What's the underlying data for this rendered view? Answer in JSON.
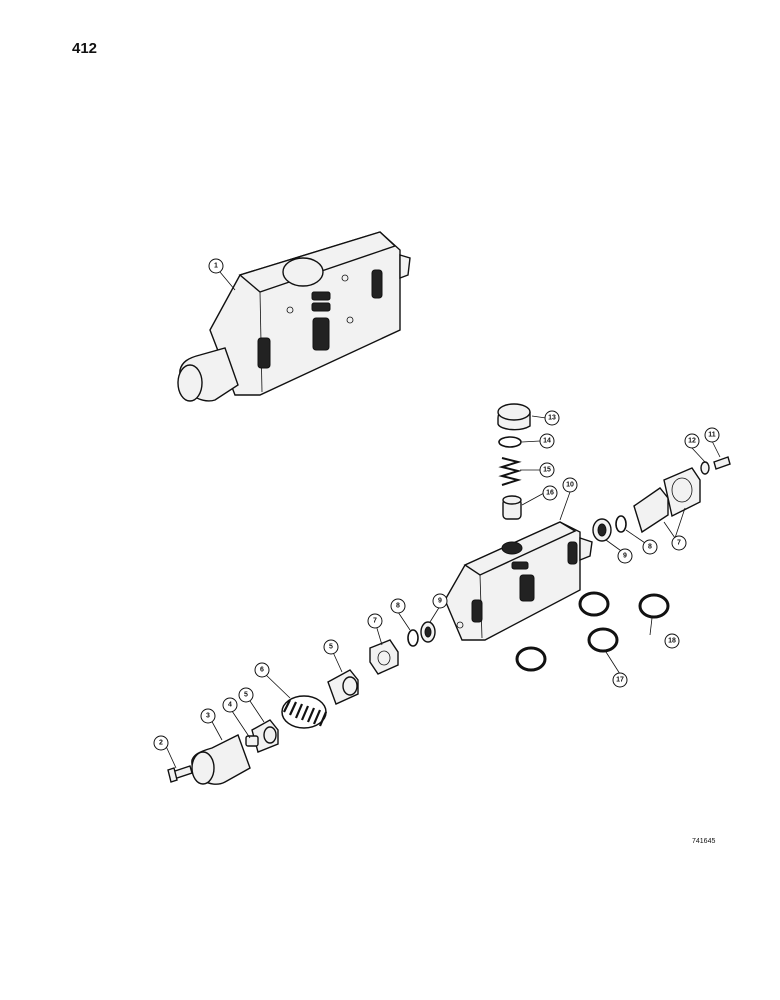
{
  "page_number": "412",
  "plate_code": "741645",
  "callouts": {
    "c1": "1",
    "c2": "2",
    "c3": "3",
    "c4": "4",
    "c5a": "5",
    "c5b": "5",
    "c6": "6",
    "c7a": "7",
    "c7b": "7",
    "c8a": "8",
    "c8b": "8",
    "c9a": "9",
    "c9b": "9",
    "c10": "10",
    "c11": "11",
    "c12": "12",
    "c13": "13",
    "c14": "14",
    "c15": "15",
    "c16": "16",
    "c17": "17",
    "c18": "18"
  }
}
